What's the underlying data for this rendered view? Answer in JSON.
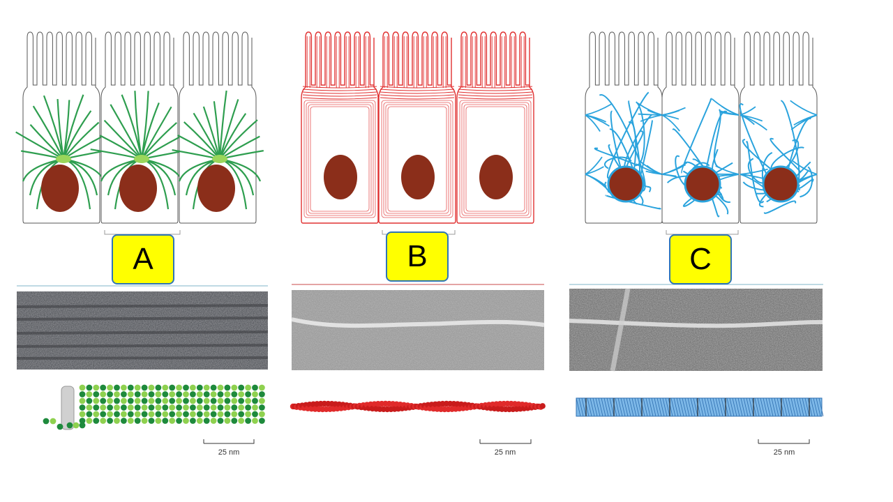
{
  "panels": [
    {
      "id": "a",
      "label": "A",
      "filament_color": "#2e9e4f",
      "scale_label": "25 nm"
    },
    {
      "id": "b",
      "label": "B",
      "filament_color": "#e03030",
      "scale_label": "25 nm"
    },
    {
      "id": "c",
      "label": "C",
      "filament_color": "#2aa3dd",
      "scale_label": "25 nm"
    }
  ],
  "colors": {
    "nucleus": "#8b2e1a",
    "centrosome": "#9ad65b",
    "microtubule_light": "#8fd14f",
    "microtubule_dark": "#1e8a3c",
    "actin": "#e02a2a",
    "intermediate": "#3a95d8"
  }
}
